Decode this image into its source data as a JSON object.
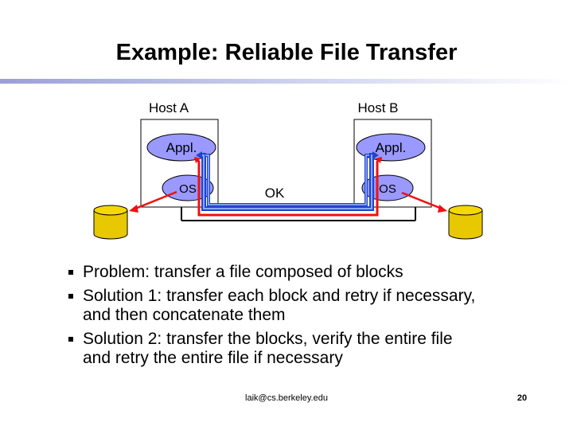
{
  "slide": {
    "title": "Example: Reliable File Transfer"
  },
  "diagram": {
    "host_a": {
      "label": "Host A",
      "appl": "Appl.",
      "os": "OS"
    },
    "host_b": {
      "label": "Host B",
      "appl": "Appl.",
      "os": "OS"
    },
    "link_label": "OK",
    "colors": {
      "bubble": "#9999ff",
      "disk": "#e8c800",
      "blue_path": "#3366ff",
      "red_path": "#ee1111",
      "host_border": "#000000"
    }
  },
  "bullets": [
    {
      "text": "Problem: transfer a file composed of blocks",
      "continuation": ""
    },
    {
      "text": "Solution 1: transfer each block and retry if necessary,",
      "continuation": "and then concatenate them"
    },
    {
      "text": "Solution 2: transfer the blocks, verify the entire file",
      "continuation": "and retry the entire file if necessary"
    }
  ],
  "footer": {
    "email": "laik@cs.berkeley.edu",
    "page": "20"
  }
}
